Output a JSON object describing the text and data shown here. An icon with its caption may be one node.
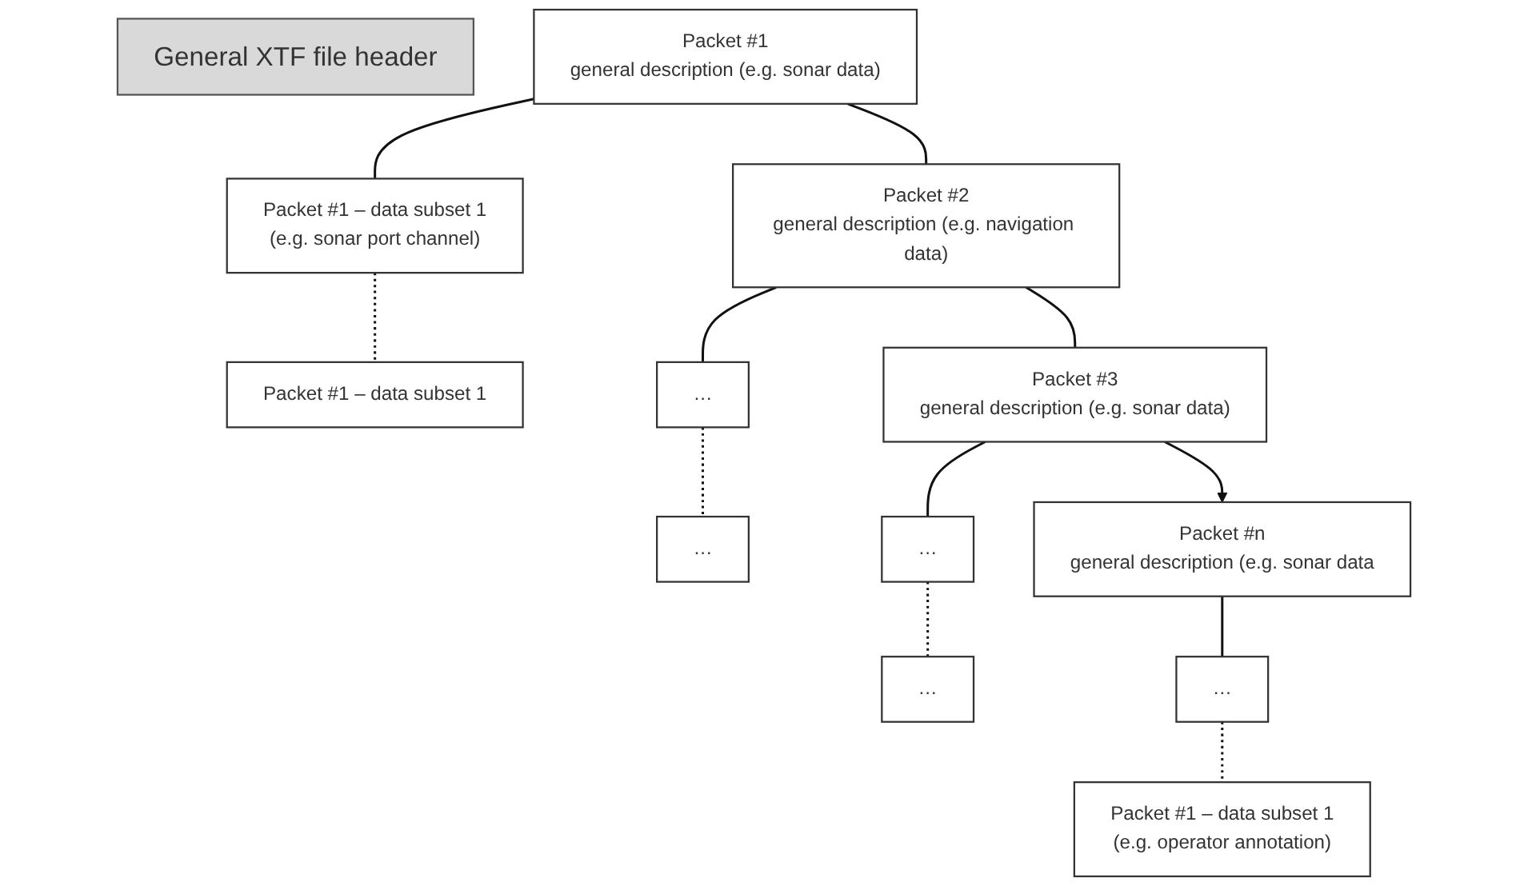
{
  "diagram": {
    "nodes": [
      {
        "text": [
          "General XTF file header"
        ]
      },
      {
        "text": [
          "Packet #1",
          "general description (e.g. sonar data)"
        ]
      },
      {
        "text": [
          "Packet #1 – data subset 1",
          "(e.g. sonar port channel)"
        ]
      },
      {
        "text": [
          "Packet #1 – data subset 1"
        ]
      },
      {
        "text": [
          "Packet #2",
          "general description (e.g. navigation data)"
        ]
      },
      {
        "text": [
          "…"
        ]
      },
      {
        "text": [
          "…"
        ]
      },
      {
        "text": [
          "Packet #3",
          "general description (e.g. sonar data)"
        ]
      },
      {
        "text": [
          "…"
        ]
      },
      {
        "text": [
          "…"
        ]
      },
      {
        "text": [
          "Packet #n",
          "general description (e.g. sonar data"
        ]
      },
      {
        "text": [
          "…"
        ]
      },
      {
        "text": [
          "Packet #1 – data subset 1",
          "(e.g. operator annotation)"
        ]
      }
    ],
    "edges": [
      {
        "from": 1,
        "to": 2,
        "arrow": "none"
      },
      {
        "from": 2,
        "to": 3,
        "arrow": "none",
        "style": "dashed"
      },
      {
        "from": 1,
        "to": 4,
        "arrow": "none"
      },
      {
        "from": 4,
        "to": 5,
        "arrow": "none"
      },
      {
        "from": 5,
        "to": 6,
        "arrow": "none",
        "style": "dashed"
      },
      {
        "from": 4,
        "to": 7,
        "arrow": "none"
      },
      {
        "from": 7,
        "to": 8,
        "arrow": "none"
      },
      {
        "from": 8,
        "to": 9,
        "arrow": "none",
        "style": "dashed"
      },
      {
        "from": 7,
        "to": 10,
        "arrow": "to"
      },
      {
        "from": 10,
        "to": 11,
        "arrow": "none"
      },
      {
        "from": 11,
        "to": 12,
        "arrow": "none",
        "style": "dashed"
      }
    ]
  }
}
